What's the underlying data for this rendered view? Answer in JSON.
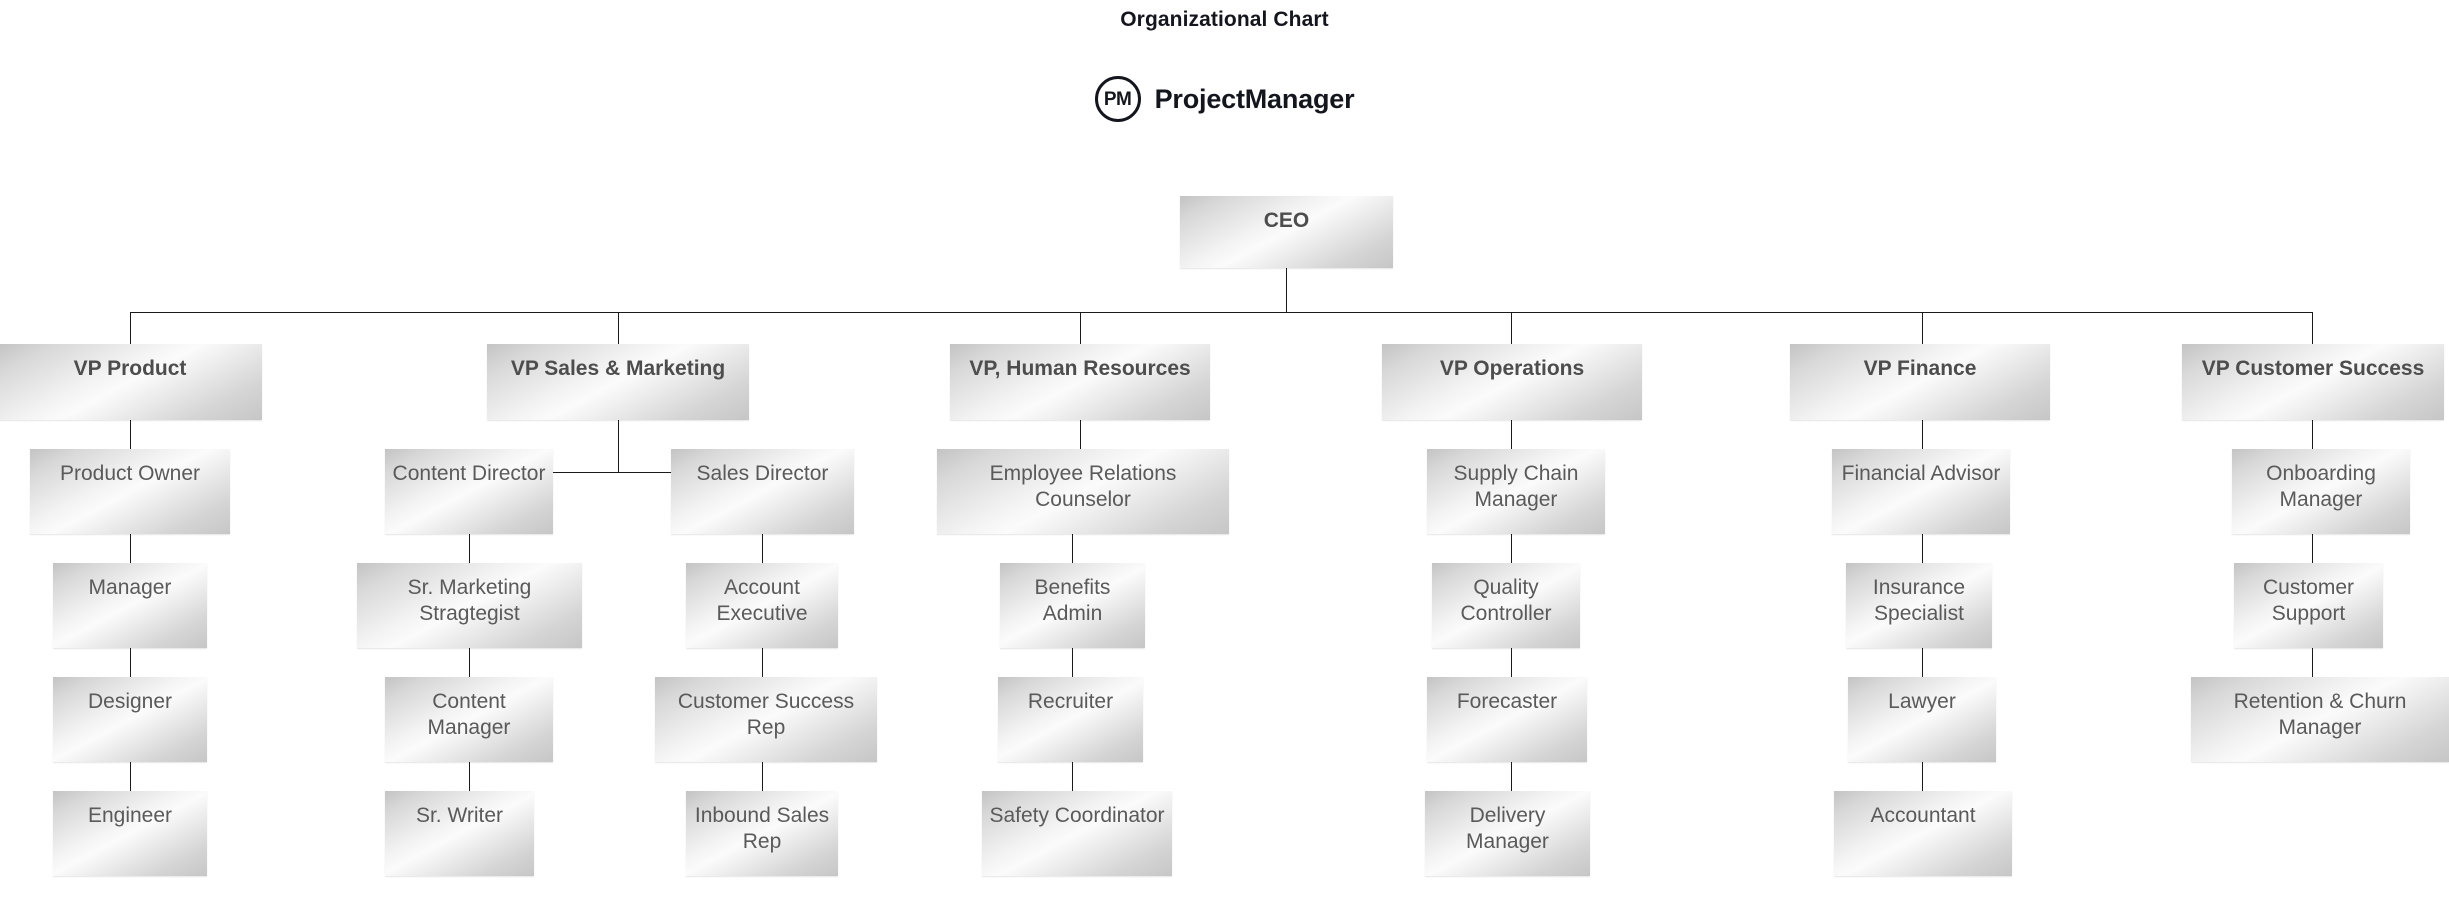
{
  "header": {
    "title": "Organizational Chart",
    "brand_initials": "PM",
    "brand_name": "ProjectManager"
  },
  "chart_data": {
    "type": "diagram",
    "title": "Organizational Chart",
    "root": "CEO",
    "nodes": [
      {
        "id": "ceo",
        "label": "CEO",
        "level": 0,
        "parent": null
      },
      {
        "id": "vp-product",
        "label": "VP Product",
        "level": 1,
        "parent": "ceo"
      },
      {
        "id": "product-owner",
        "label": "Product Owner",
        "level": 2,
        "parent": "vp-product"
      },
      {
        "id": "manager",
        "label": "Manager",
        "level": 3,
        "parent": "product-owner"
      },
      {
        "id": "designer",
        "label": "Designer",
        "level": 4,
        "parent": "manager"
      },
      {
        "id": "engineer",
        "label": "Engineer",
        "level": 5,
        "parent": "designer"
      },
      {
        "id": "vp-sales-marketing",
        "label": "VP Sales & Marketing",
        "level": 1,
        "parent": "ceo"
      },
      {
        "id": "content-director",
        "label": "Content Director",
        "level": 2,
        "parent": "vp-sales-marketing"
      },
      {
        "id": "sr-marketing-strategist",
        "label": "Sr. Marketing Stragtegist",
        "level": 3,
        "parent": "content-director"
      },
      {
        "id": "content-manager",
        "label": "Content Manager",
        "level": 4,
        "parent": "sr-marketing-strategist"
      },
      {
        "id": "sr-writer",
        "label": "Sr. Writer",
        "level": 5,
        "parent": "content-manager"
      },
      {
        "id": "sales-director",
        "label": "Sales Director",
        "level": 2,
        "parent": "vp-sales-marketing"
      },
      {
        "id": "account-executive",
        "label": "Account Executive",
        "level": 3,
        "parent": "sales-director"
      },
      {
        "id": "customer-success-rep",
        "label": "Customer Success Rep",
        "level": 4,
        "parent": "account-executive"
      },
      {
        "id": "inbound-sales-rep",
        "label": "Inbound Sales Rep",
        "level": 5,
        "parent": "customer-success-rep"
      },
      {
        "id": "vp-hr",
        "label": "VP, Human Resources",
        "level": 1,
        "parent": "ceo"
      },
      {
        "id": "employee-relations-counselor",
        "label": "Employee Relations Counselor",
        "level": 2,
        "parent": "vp-hr"
      },
      {
        "id": "benefits-admin",
        "label": "Benefits Admin",
        "level": 3,
        "parent": "employee-relations-counselor"
      },
      {
        "id": "recruiter",
        "label": "Recruiter",
        "level": 4,
        "parent": "benefits-admin"
      },
      {
        "id": "safety-coordinator",
        "label": "Safety Coordinator",
        "level": 5,
        "parent": "recruiter"
      },
      {
        "id": "vp-operations",
        "label": "VP Operations",
        "level": 1,
        "parent": "ceo"
      },
      {
        "id": "supply-chain-manager",
        "label": "Supply Chain Manager",
        "level": 2,
        "parent": "vp-operations"
      },
      {
        "id": "quality-controller",
        "label": "Quality Controller",
        "level": 3,
        "parent": "supply-chain-manager"
      },
      {
        "id": "forecaster",
        "label": "Forecaster",
        "level": 4,
        "parent": "quality-controller"
      },
      {
        "id": "delivery-manager",
        "label": "Delivery Manager",
        "level": 5,
        "parent": "forecaster"
      },
      {
        "id": "vp-finance",
        "label": "VP Finance",
        "level": 1,
        "parent": "ceo"
      },
      {
        "id": "financial-advisor",
        "label": "Financial Advisor",
        "level": 2,
        "parent": "vp-finance"
      },
      {
        "id": "insurance-specialist",
        "label": "Insurance Specialist",
        "level": 3,
        "parent": "financial-advisor"
      },
      {
        "id": "lawyer",
        "label": "Lawyer",
        "level": 4,
        "parent": "insurance-specialist"
      },
      {
        "id": "accountant",
        "label": "Accountant",
        "level": 5,
        "parent": "lawyer"
      },
      {
        "id": "vp-customer-success",
        "label": "VP Customer Success",
        "level": 1,
        "parent": "ceo"
      },
      {
        "id": "onboarding-manager",
        "label": "Onboarding Manager",
        "level": 2,
        "parent": "vp-customer-success"
      },
      {
        "id": "customer-support",
        "label": "Customer Support",
        "level": 3,
        "parent": "onboarding-manager"
      },
      {
        "id": "retention-churn-manager",
        "label": "Retention & Churn Manager",
        "level": 4,
        "parent": "customer-support"
      }
    ],
    "style": {
      "node_fill_light": "#fbfbfb",
      "node_fill_dark": "#c3c3c3",
      "node_text_color": "#5a5a5a",
      "connector_color": "#1a1a1a",
      "background": "#ffffff",
      "title_color": "#14161d"
    }
  }
}
